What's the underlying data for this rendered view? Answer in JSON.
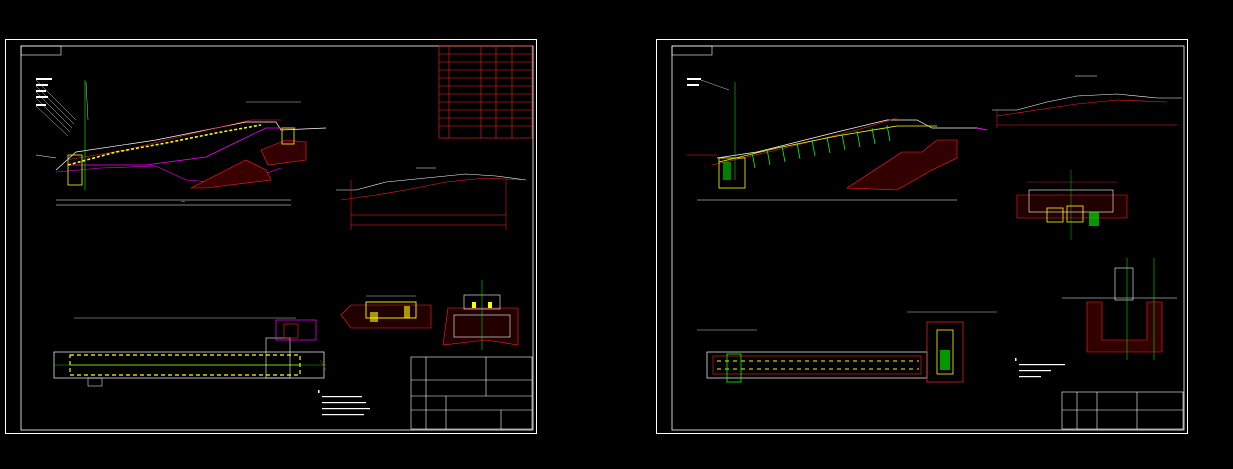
{
  "sheets": [
    {
      "id": "left",
      "views": [
        "longitudinal-section",
        "longitudinal-profile",
        "plan",
        "section-a",
        "section-b"
      ],
      "has_title_block": true,
      "has_material_table": true,
      "has_notes": true
    },
    {
      "id": "right",
      "views": [
        "longitudinal-section",
        "profile",
        "plan",
        "detail-a",
        "detail-b"
      ],
      "has_title_block": true,
      "has_material_table": false,
      "has_notes": true
    }
  ],
  "colors": {
    "background": "#000000",
    "frame": "#ffffff",
    "dimension": "#ff0000",
    "structure": "#ffff00",
    "centerline": "#00ff00",
    "water": "#ff00ff",
    "hatch": "#ff3030"
  }
}
